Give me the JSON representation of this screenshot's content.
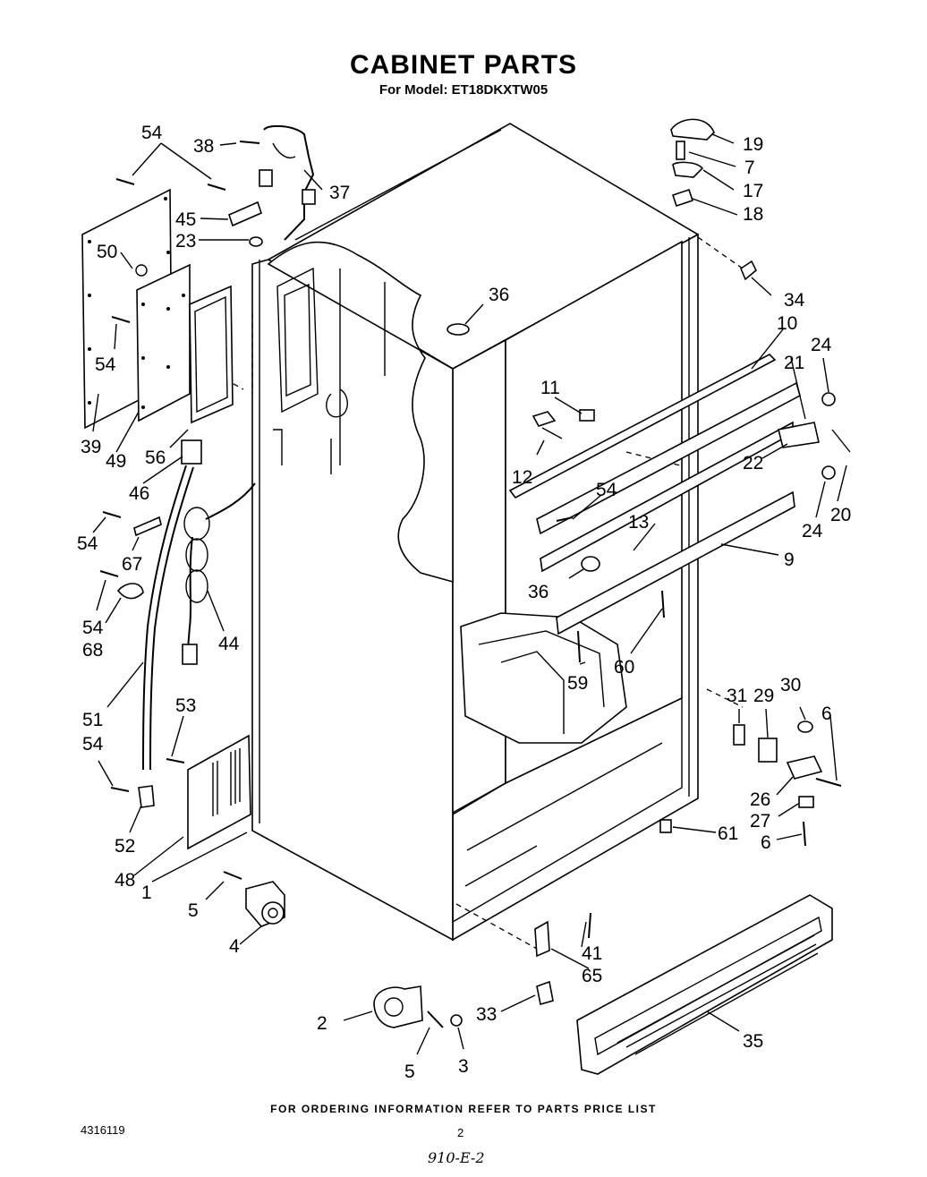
{
  "header": {
    "title": "CABINET PARTS",
    "subtitle": "For Model: ET18DKXTW05"
  },
  "callouts": [
    {
      "id": "c1",
      "label": "1"
    },
    {
      "id": "c2",
      "label": "2"
    },
    {
      "id": "c3",
      "label": "3"
    },
    {
      "id": "c4",
      "label": "4"
    },
    {
      "id": "c5a",
      "label": "5"
    },
    {
      "id": "c5b",
      "label": "5"
    },
    {
      "id": "c6a",
      "label": "6"
    },
    {
      "id": "c6b",
      "label": "6"
    },
    {
      "id": "c7",
      "label": "7"
    },
    {
      "id": "c9",
      "label": "9"
    },
    {
      "id": "c10",
      "label": "10"
    },
    {
      "id": "c11",
      "label": "11"
    },
    {
      "id": "c12",
      "label": "12"
    },
    {
      "id": "c13",
      "label": "13"
    },
    {
      "id": "c17",
      "label": "17"
    },
    {
      "id": "c18",
      "label": "18"
    },
    {
      "id": "c19",
      "label": "19"
    },
    {
      "id": "c20",
      "label": "20"
    },
    {
      "id": "c21",
      "label": "21"
    },
    {
      "id": "c22",
      "label": "22"
    },
    {
      "id": "c23",
      "label": "23"
    },
    {
      "id": "c24a",
      "label": "24"
    },
    {
      "id": "c24b",
      "label": "24"
    },
    {
      "id": "c26",
      "label": "26"
    },
    {
      "id": "c27",
      "label": "27"
    },
    {
      "id": "c29",
      "label": "29"
    },
    {
      "id": "c30",
      "label": "30"
    },
    {
      "id": "c31",
      "label": "31"
    },
    {
      "id": "c33",
      "label": "33"
    },
    {
      "id": "c34",
      "label": "34"
    },
    {
      "id": "c35",
      "label": "35"
    },
    {
      "id": "c36a",
      "label": "36"
    },
    {
      "id": "c36b",
      "label": "36"
    },
    {
      "id": "c37",
      "label": "37"
    },
    {
      "id": "c38",
      "label": "38"
    },
    {
      "id": "c39",
      "label": "39"
    },
    {
      "id": "c41",
      "label": "41"
    },
    {
      "id": "c44",
      "label": "44"
    },
    {
      "id": "c45",
      "label": "45"
    },
    {
      "id": "c46",
      "label": "46"
    },
    {
      "id": "c48",
      "label": "48"
    },
    {
      "id": "c49",
      "label": "49"
    },
    {
      "id": "c50",
      "label": "50"
    },
    {
      "id": "c51",
      "label": "51"
    },
    {
      "id": "c52",
      "label": "52"
    },
    {
      "id": "c53",
      "label": "53"
    },
    {
      "id": "c54a",
      "label": "54"
    },
    {
      "id": "c54b",
      "label": "54"
    },
    {
      "id": "c54c",
      "label": "54"
    },
    {
      "id": "c54d",
      "label": "54"
    },
    {
      "id": "c54e",
      "label": "54"
    },
    {
      "id": "c54f",
      "label": "54"
    },
    {
      "id": "c56",
      "label": "56"
    },
    {
      "id": "c59",
      "label": "59"
    },
    {
      "id": "c60",
      "label": "60"
    },
    {
      "id": "c61",
      "label": "61"
    },
    {
      "id": "c65",
      "label": "65"
    },
    {
      "id": "c67",
      "label": "67"
    },
    {
      "id": "c68",
      "label": "68"
    }
  ],
  "footer": {
    "note": "FOR ORDERING INFORMATION REFER TO PARTS PRICE LIST",
    "doc_number": "4316119",
    "page_number": "2",
    "handwritten": "910-E-2"
  }
}
